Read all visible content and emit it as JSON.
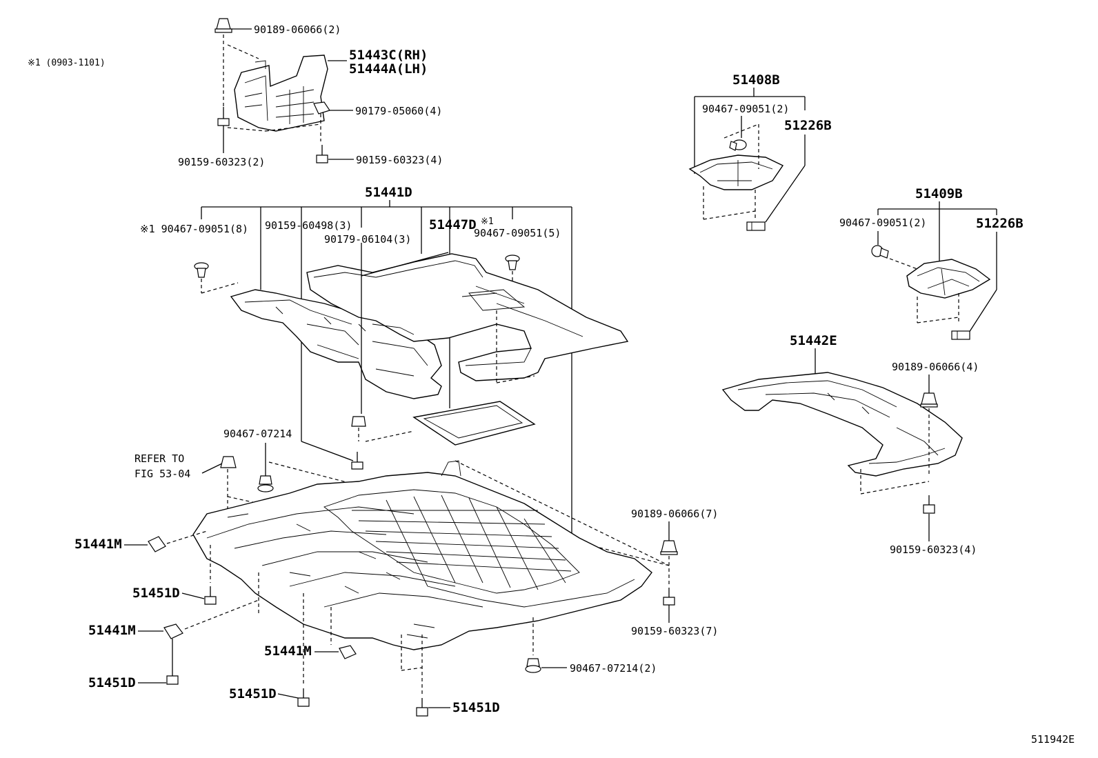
{
  "figure_id": "511942E",
  "note": "※1 (0903-1101)",
  "labels": {
    "p51443C": "51443C(RH)",
    "p51444A": "51444A(LH)",
    "p90189_2": "90189-06066(2)",
    "p90179_05060": "90179-05060(4)",
    "p90159_2": "90159-60323(2)",
    "p90159_4a": "90159-60323(4)",
    "p51441D": "51441D",
    "p90467_8": "※1 90467-09051(8)",
    "p90159_60498": "90159-60498(3)",
    "p51447D": "51447D",
    "p51447D_note": "※1",
    "p90179_06104": "90179-06104(3)",
    "p90467_5": "90467-09051(5)",
    "p51408B": "51408B",
    "p90467_2a": "90467-09051(2)",
    "p51226B_a": "51226B",
    "p51409B": "51409B",
    "p90467_2b": "90467-09051(2)",
    "p51226B_b": "51226B",
    "p51442E": "51442E",
    "p90189_4": "90189-06066(4)",
    "p90159_4b": "90159-60323(4)",
    "p90467_07214": "90467-07214",
    "refer1": "REFER TO",
    "refer2": "FIG 53-04",
    "p51441M_a": "51441M",
    "p51451D_a": "51451D",
    "p51441M_b": "51441M",
    "p51451D_b": "51451D",
    "p51441M_c": "51441M",
    "p51451D_c": "51451D",
    "p51451D_d": "51451D",
    "p90189_7": "90189-06066(7)",
    "p90159_7": "90159-60323(7)",
    "p90467_07214_2": "90467-07214(2)"
  }
}
